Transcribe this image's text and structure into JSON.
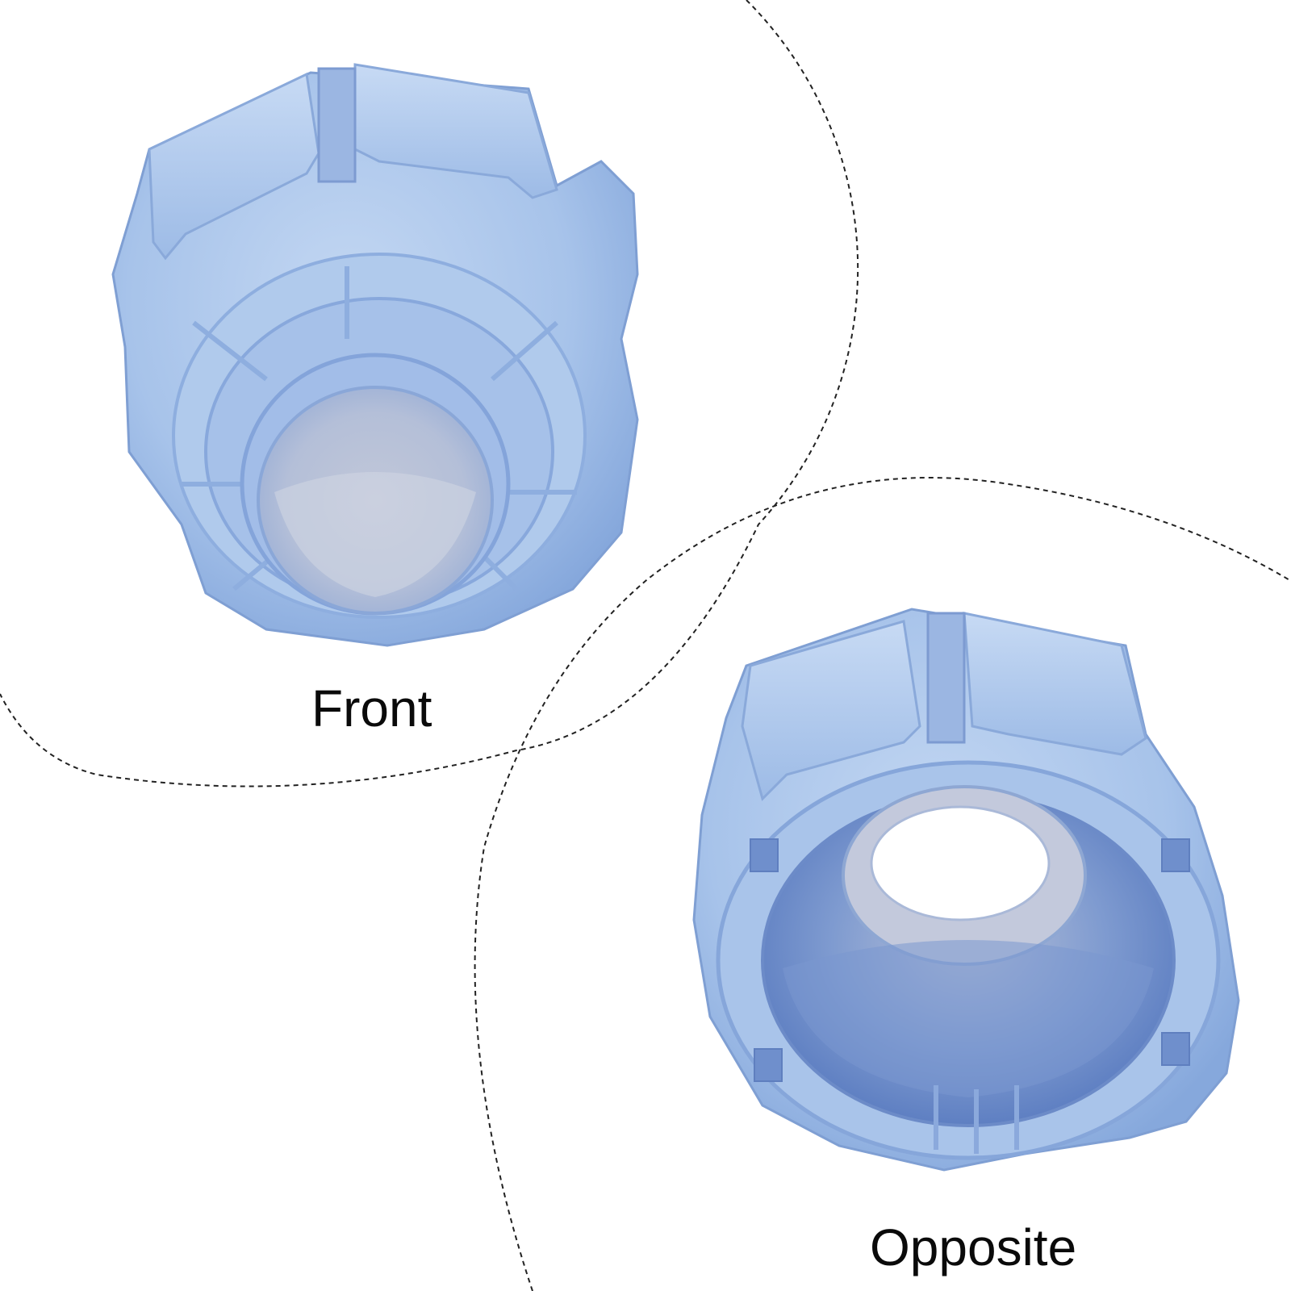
{
  "labels": {
    "front": "Front",
    "opposite": "Opposite"
  },
  "colors": {
    "background": "#ffffff",
    "plastic": "#a9c5ea",
    "plastic_dark": "#7fa1d6",
    "plastic_light": "#c9dbf3",
    "inner_core": "#ccd6ea",
    "divider": "#222222",
    "text": "#0a0a0a"
  },
  "parts": [
    {
      "view": "front",
      "description_icon": "roll-adapter-front-image"
    },
    {
      "view": "opposite",
      "description_icon": "roll-adapter-back-image"
    }
  ]
}
